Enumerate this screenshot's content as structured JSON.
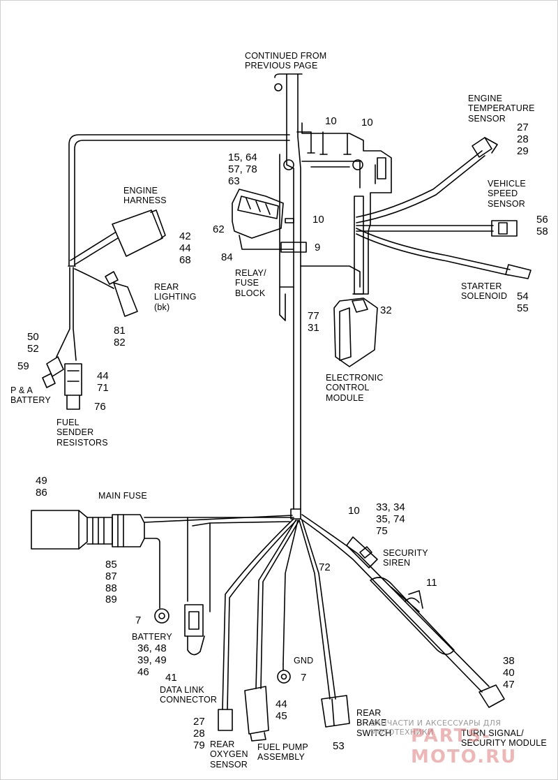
{
  "colors": {
    "line": "#000000",
    "watermark_text": "#9a9a9a",
    "watermark_logo": "#e07d7d"
  },
  "labels": {
    "continued": "CONTINUED FROM\nPREVIOUS PAGE",
    "engine_temp_sensor": "ENGINE\nTEMPERATURE\nSENSOR",
    "vehicle_speed_sensor": "VEHICLE\nSPEED\nSENSOR",
    "starter_solenoid": "STARTER\nSOLENOID",
    "engine_harness": "ENGINE\nHARNESS",
    "rear_lighting": "REAR\nLIGHTING\n(bk)",
    "relay_fuse_block": "RELAY/\nFUSE\nBLOCK",
    "electronic_control_module": "ELECTRONIC\nCONTROL\nMODULE",
    "pa_battery": "P & A\nBATTERY",
    "fuel_sender_resistors": "FUEL\nSENDER\nRESISTORS",
    "main_fuse": "MAIN FUSE",
    "security_siren": "SECURITY\nSIREN",
    "battery": "BATTERY",
    "gnd": "GND",
    "data_link_connector": "DATA LINK\nCONNECTOR",
    "rear_brake_switch": "REAR\nBRAKE\nSWITCH",
    "turn_signal_security_module": "TURN SIGNAL/\nSECURITY MODULE",
    "rear_oxygen_sensor": "REAR\nOXYGEN\nSENSOR",
    "fuel_pump_assembly": "FUEL PUMP\nASSEMBLY"
  },
  "callouts": {
    "c10_a": "10",
    "c10_b": "10",
    "c27_29": "27\n28\n29",
    "c15_63": "15, 64\n57, 78\n63",
    "c10_c": "10",
    "c62": "62",
    "c56_58": "56\n58",
    "c42_68": "42\n44\n68",
    "c84": "84",
    "c9": "9",
    "c54_55": "54\n55",
    "c32": "32",
    "c77_31": "77\n31",
    "c81_82": "81\n82",
    "c50_52": "50\n52",
    "c59": "59",
    "c44_71": "44\n71",
    "c76": "76",
    "c49_86": "49\n86",
    "c10_d": "10",
    "c33_75": "33, 34\n35, 74\n75",
    "c72": "72",
    "c11": "11",
    "c85_89": "85\n87\n88\n89",
    "c7_a": "7",
    "c36_46": "36, 48\n39, 49\n46",
    "c41": "41",
    "c7_b": "7",
    "c38_47": "38\n40\n47",
    "c44_45": "44\n45",
    "c27_79": "27\n28\n79",
    "c53": "53"
  },
  "watermark": {
    "text": "ЗАПЧАСТИ И АКСЕССУАРЫ ДЛЯ МОТОТЕХНИКИ",
    "logo": "PARTS-MOTO.RU"
  }
}
